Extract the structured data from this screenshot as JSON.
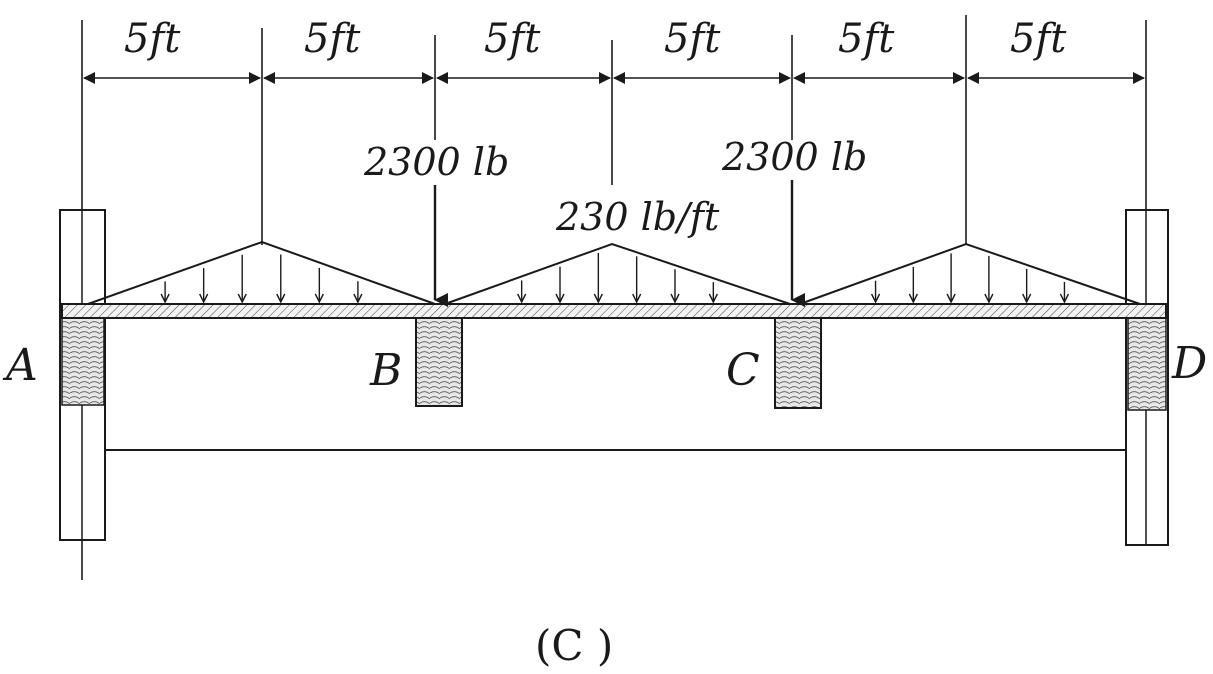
{
  "spans": [
    "5ft",
    "5ft",
    "5ft",
    "5ft",
    "5ft",
    "5ft"
  ],
  "point_loads": [
    "2300 lb",
    "2300 lb"
  ],
  "distributed_load": "230 lb/ft",
  "supports": [
    "A",
    "B",
    "C",
    "D"
  ],
  "caption": "(C )",
  "colors": {
    "ink": "#1a1a1a",
    "paper": "#ffffff"
  }
}
